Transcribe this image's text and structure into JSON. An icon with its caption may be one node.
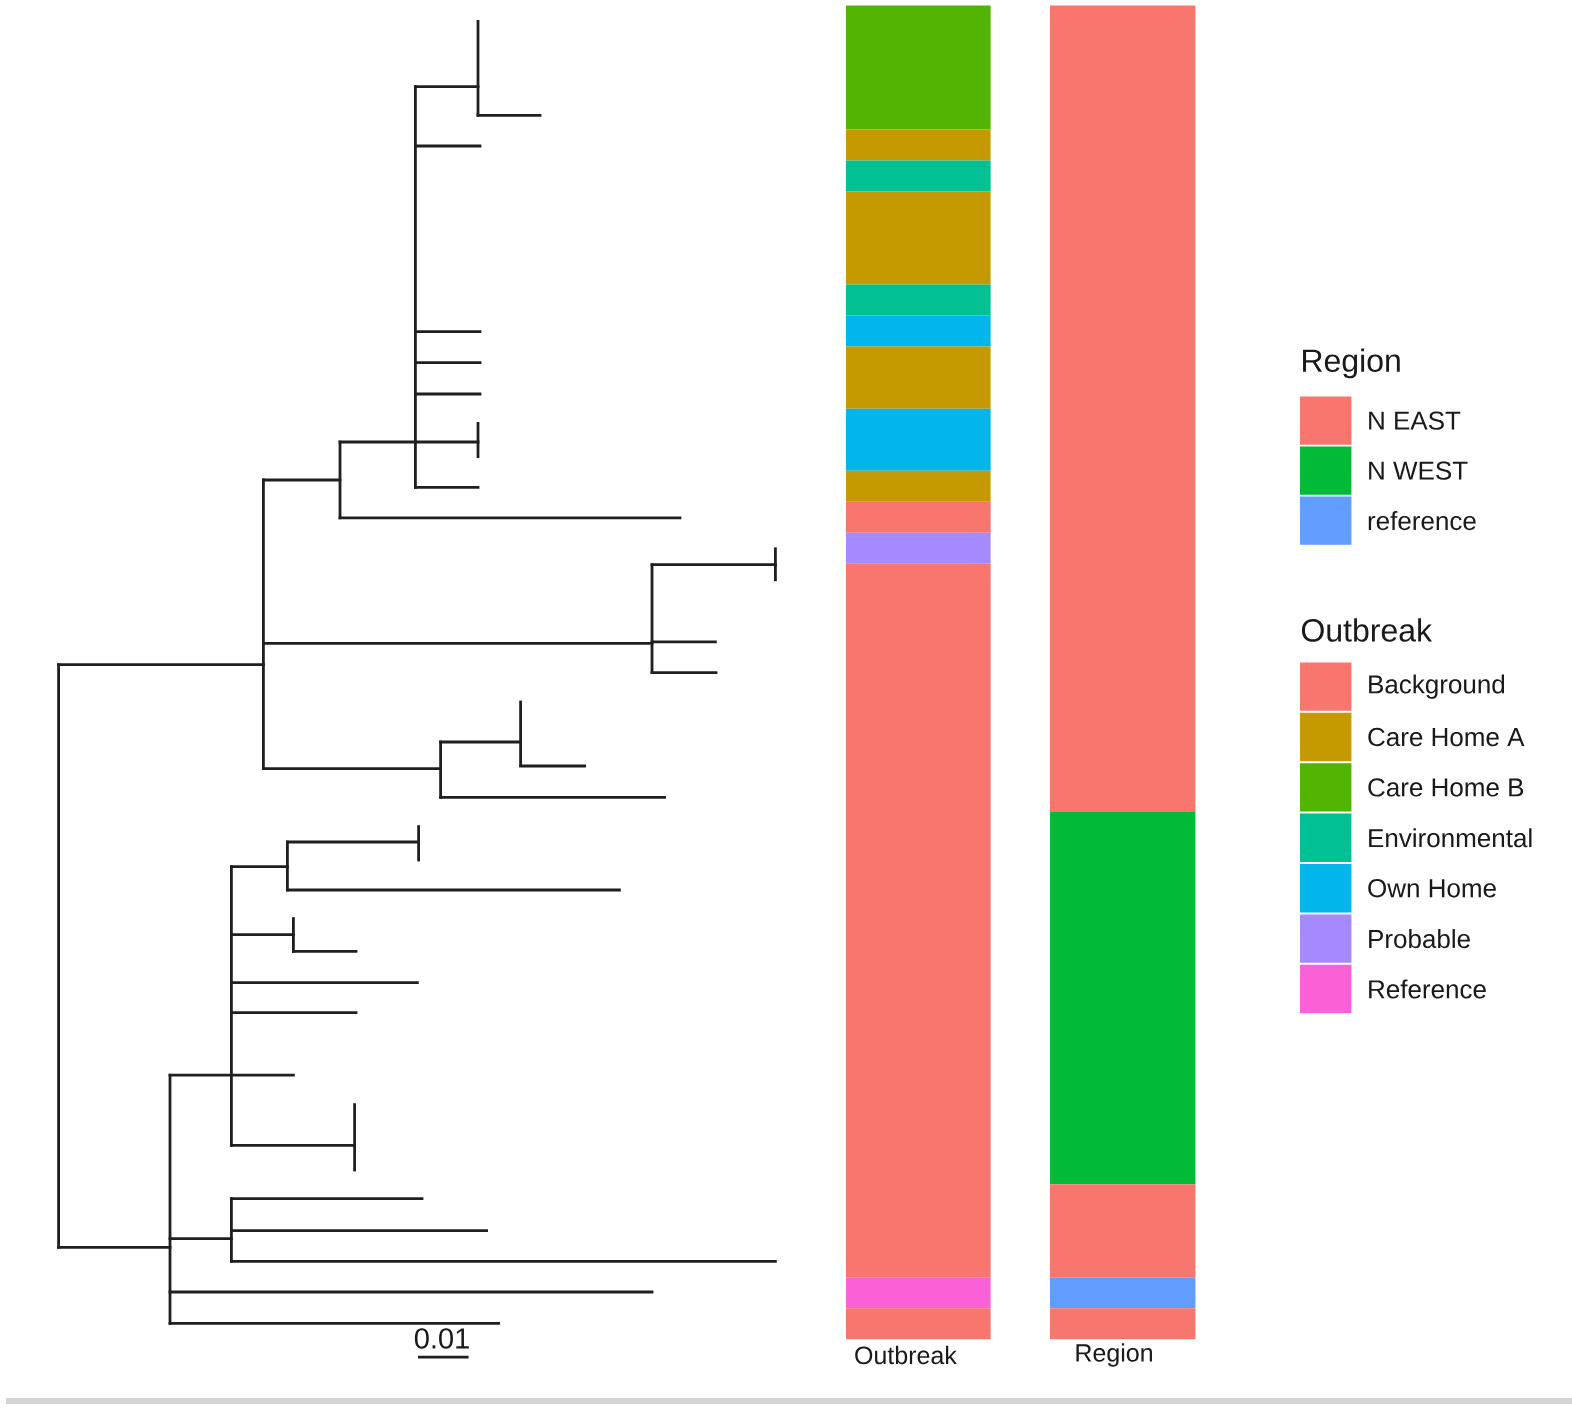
{
  "diagram": {
    "labels": [
      "Region",
      "Outbreak",
      "0.01",
      "Outbreak",
      "Region"
    ],
    "legend": [
      {
        "text": "N EAST",
        "color": "#f8766d"
      },
      {
        "text": "N WEST",
        "color": "#00ba38"
      },
      {
        "text": "reference",
        "color": "#619cff"
      },
      {
        "text": "Background",
        "color": "#f8766d"
      },
      {
        "text": "Care Home A",
        "color": "#c49a00"
      },
      {
        "text": "Care Home B",
        "color": "#53b400"
      },
      {
        "text": "Environmental",
        "color": "#00c094"
      },
      {
        "text": "Own Home",
        "color": "#00b6eb"
      },
      {
        "text": "Probable",
        "color": "#a58aff"
      },
      {
        "text": "Reference",
        "color": "#fb61d7"
      }
    ]
  }
}
